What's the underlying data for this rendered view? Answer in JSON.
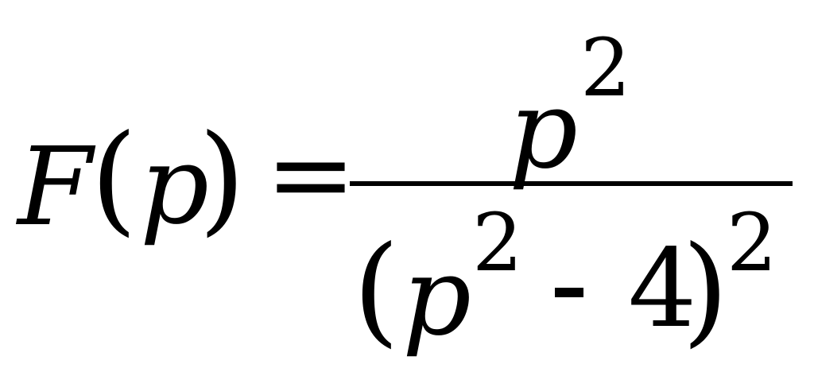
{
  "formula": {
    "lhs": {
      "function_name": "F",
      "open_paren": "(",
      "variable": "p",
      "close_paren": ")"
    },
    "equals": "=",
    "numerator": {
      "base": "p",
      "exponent": "2"
    },
    "denominator": {
      "open_paren": "(",
      "base": "p",
      "inner_exponent": "2",
      "operator": "-",
      "constant": "4",
      "close_paren": ")",
      "outer_exponent": "2"
    }
  }
}
